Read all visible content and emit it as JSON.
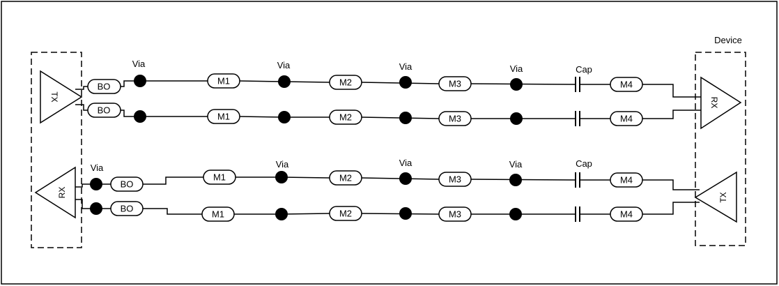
{
  "labels": {
    "device": "Device",
    "via": "Via",
    "cap": "Cap",
    "tx": "TX",
    "rx": "RX",
    "bo": "BO",
    "m1": "M1",
    "m2": "M2",
    "m3": "M3",
    "m4": "M4"
  }
}
